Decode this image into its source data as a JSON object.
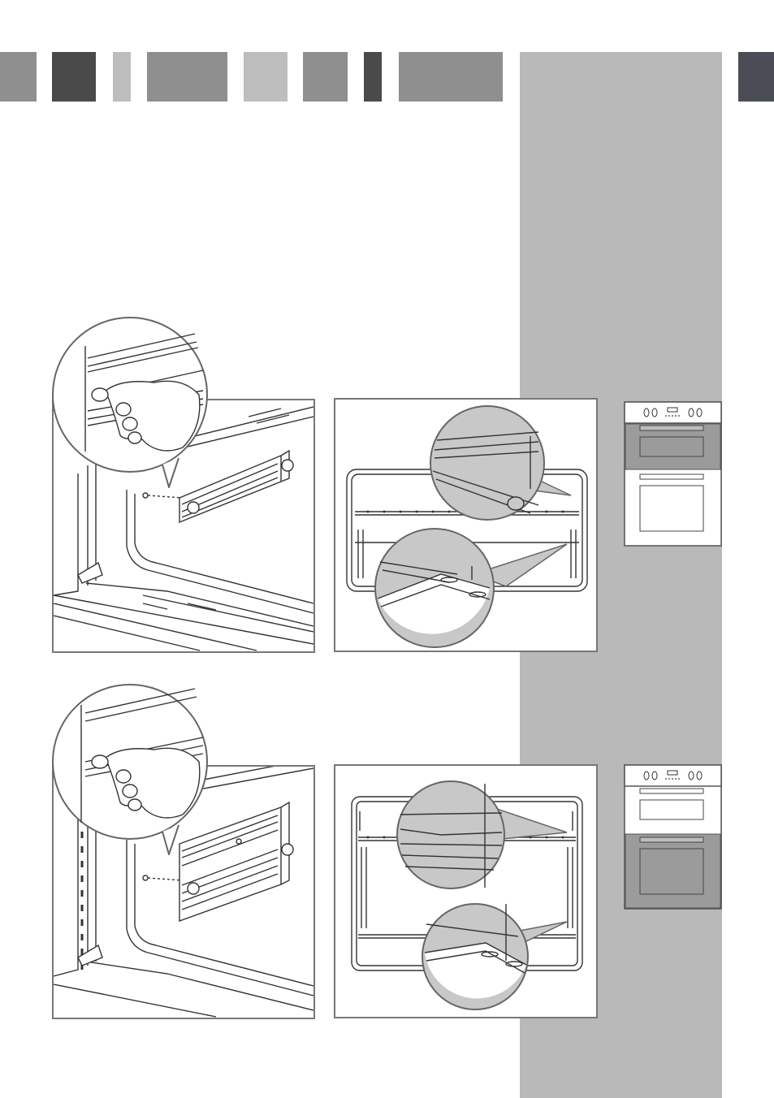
{
  "header": {
    "color_blocks": [
      {
        "name": "header-block-1",
        "color": "#8f8f8f"
      },
      {
        "name": "header-block-2",
        "color": "#4a4a4a"
      },
      {
        "name": "header-block-3",
        "color": "#bdbdbd"
      },
      {
        "name": "header-block-4",
        "color": "#8f8f8f"
      },
      {
        "name": "header-block-5",
        "color": "#bdbdbd"
      },
      {
        "name": "header-block-6",
        "color": "#8f8f8f"
      },
      {
        "name": "header-block-7",
        "color": "#4a4a4a"
      },
      {
        "name": "header-block-8",
        "color": "#8f8f8f"
      }
    ],
    "tab_color": "#4a4d55"
  },
  "sidebar": {
    "color": "#b9b9b9"
  },
  "figures": [
    {
      "name": "upper-oven-side-rack-removal",
      "icon": "hand-unscrewing-side-rack"
    },
    {
      "name": "upper-oven-shelf-fitting",
      "icon": "shelf-on-rack-detail"
    },
    {
      "name": "upper-oven-indicator",
      "icon": "double-oven-top-highlighted"
    },
    {
      "name": "lower-oven-side-rack-removal",
      "icon": "hand-unscrewing-side-rack"
    },
    {
      "name": "lower-oven-shelf-fitting",
      "icon": "shelf-on-rack-detail"
    },
    {
      "name": "lower-oven-indicator",
      "icon": "double-oven-bottom-highlighted"
    }
  ]
}
